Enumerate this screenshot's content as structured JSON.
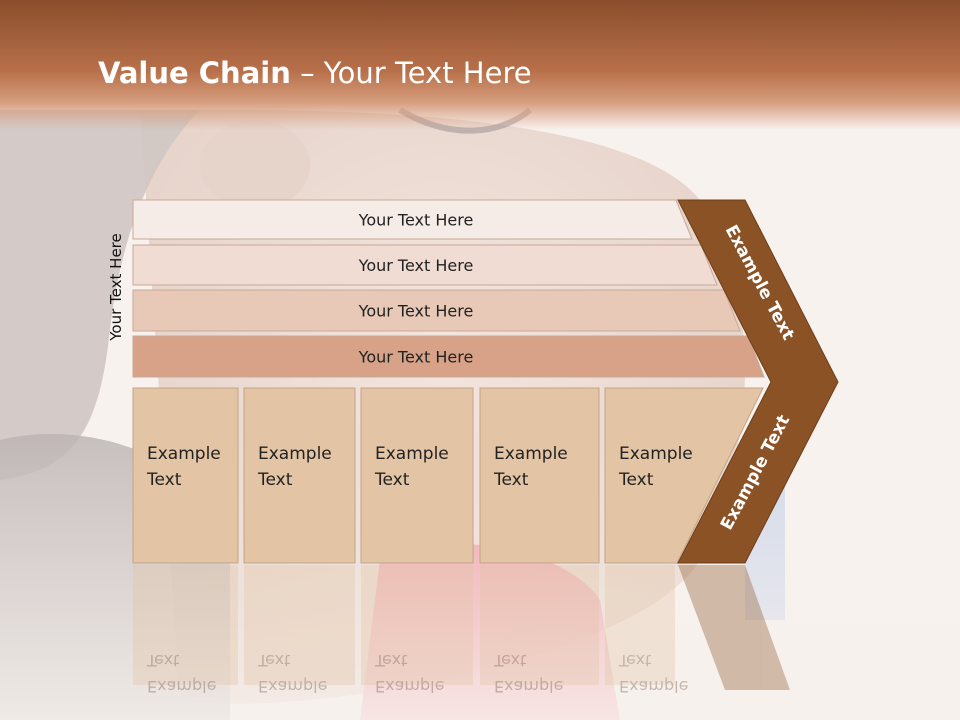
{
  "slide": {
    "title_bold": "Value Chain",
    "title_rest": " – Your Text Here",
    "side_label": "Your Text Here"
  },
  "rows": [
    {
      "label": "Your Text Here",
      "fill": "#f5ebe7"
    },
    {
      "label": "Your Text Here",
      "fill": "#f0dcd2"
    },
    {
      "label": "Your Text Here",
      "fill": "#e8c8b6"
    },
    {
      "label": "Your Text Here",
      "fill": "#d7a287"
    }
  ],
  "columns": [
    {
      "line1": "Example",
      "line2": "Text"
    },
    {
      "line1": "Example",
      "line2": "Text"
    },
    {
      "line1": "Example",
      "line2": "Text"
    },
    {
      "line1": "Example",
      "line2": "Text"
    },
    {
      "line1": "Example",
      "line2": "Text"
    }
  ],
  "chevron": {
    "top_label": "Example Text",
    "bottom_label": "Example Text",
    "color": "#8b5226"
  },
  "colors": {
    "header": "#a9633f",
    "column_fill": "#e3c4a4",
    "column_stroke": "#c4a488"
  }
}
